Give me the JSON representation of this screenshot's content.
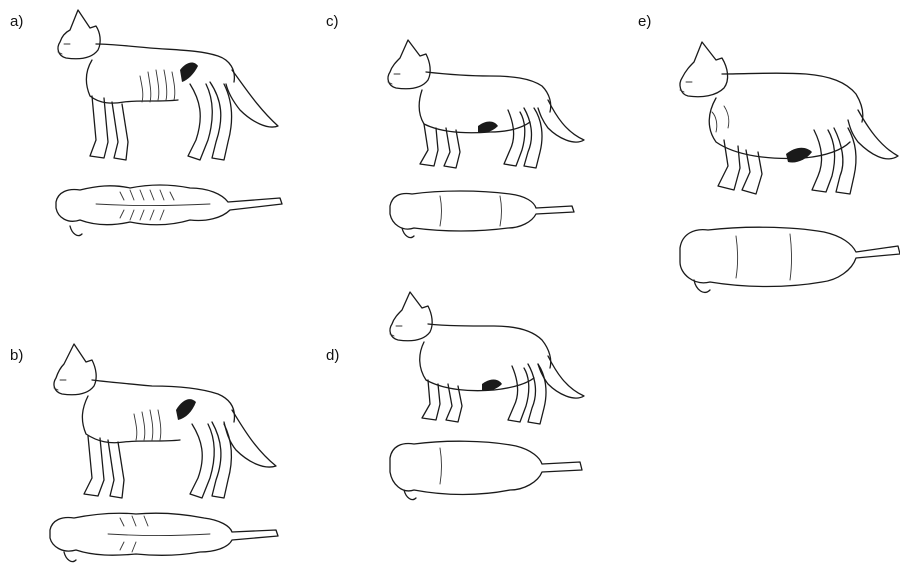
{
  "figure": {
    "background": "#ffffff",
    "line_color": "#1a1a1a",
    "panels": [
      {
        "id": "a",
        "label": "a)"
      },
      {
        "id": "b",
        "label": "b)"
      },
      {
        "id": "c",
        "label": "c)"
      },
      {
        "id": "d",
        "label": "d)"
      },
      {
        "id": "e",
        "label": "e)"
      }
    ]
  }
}
